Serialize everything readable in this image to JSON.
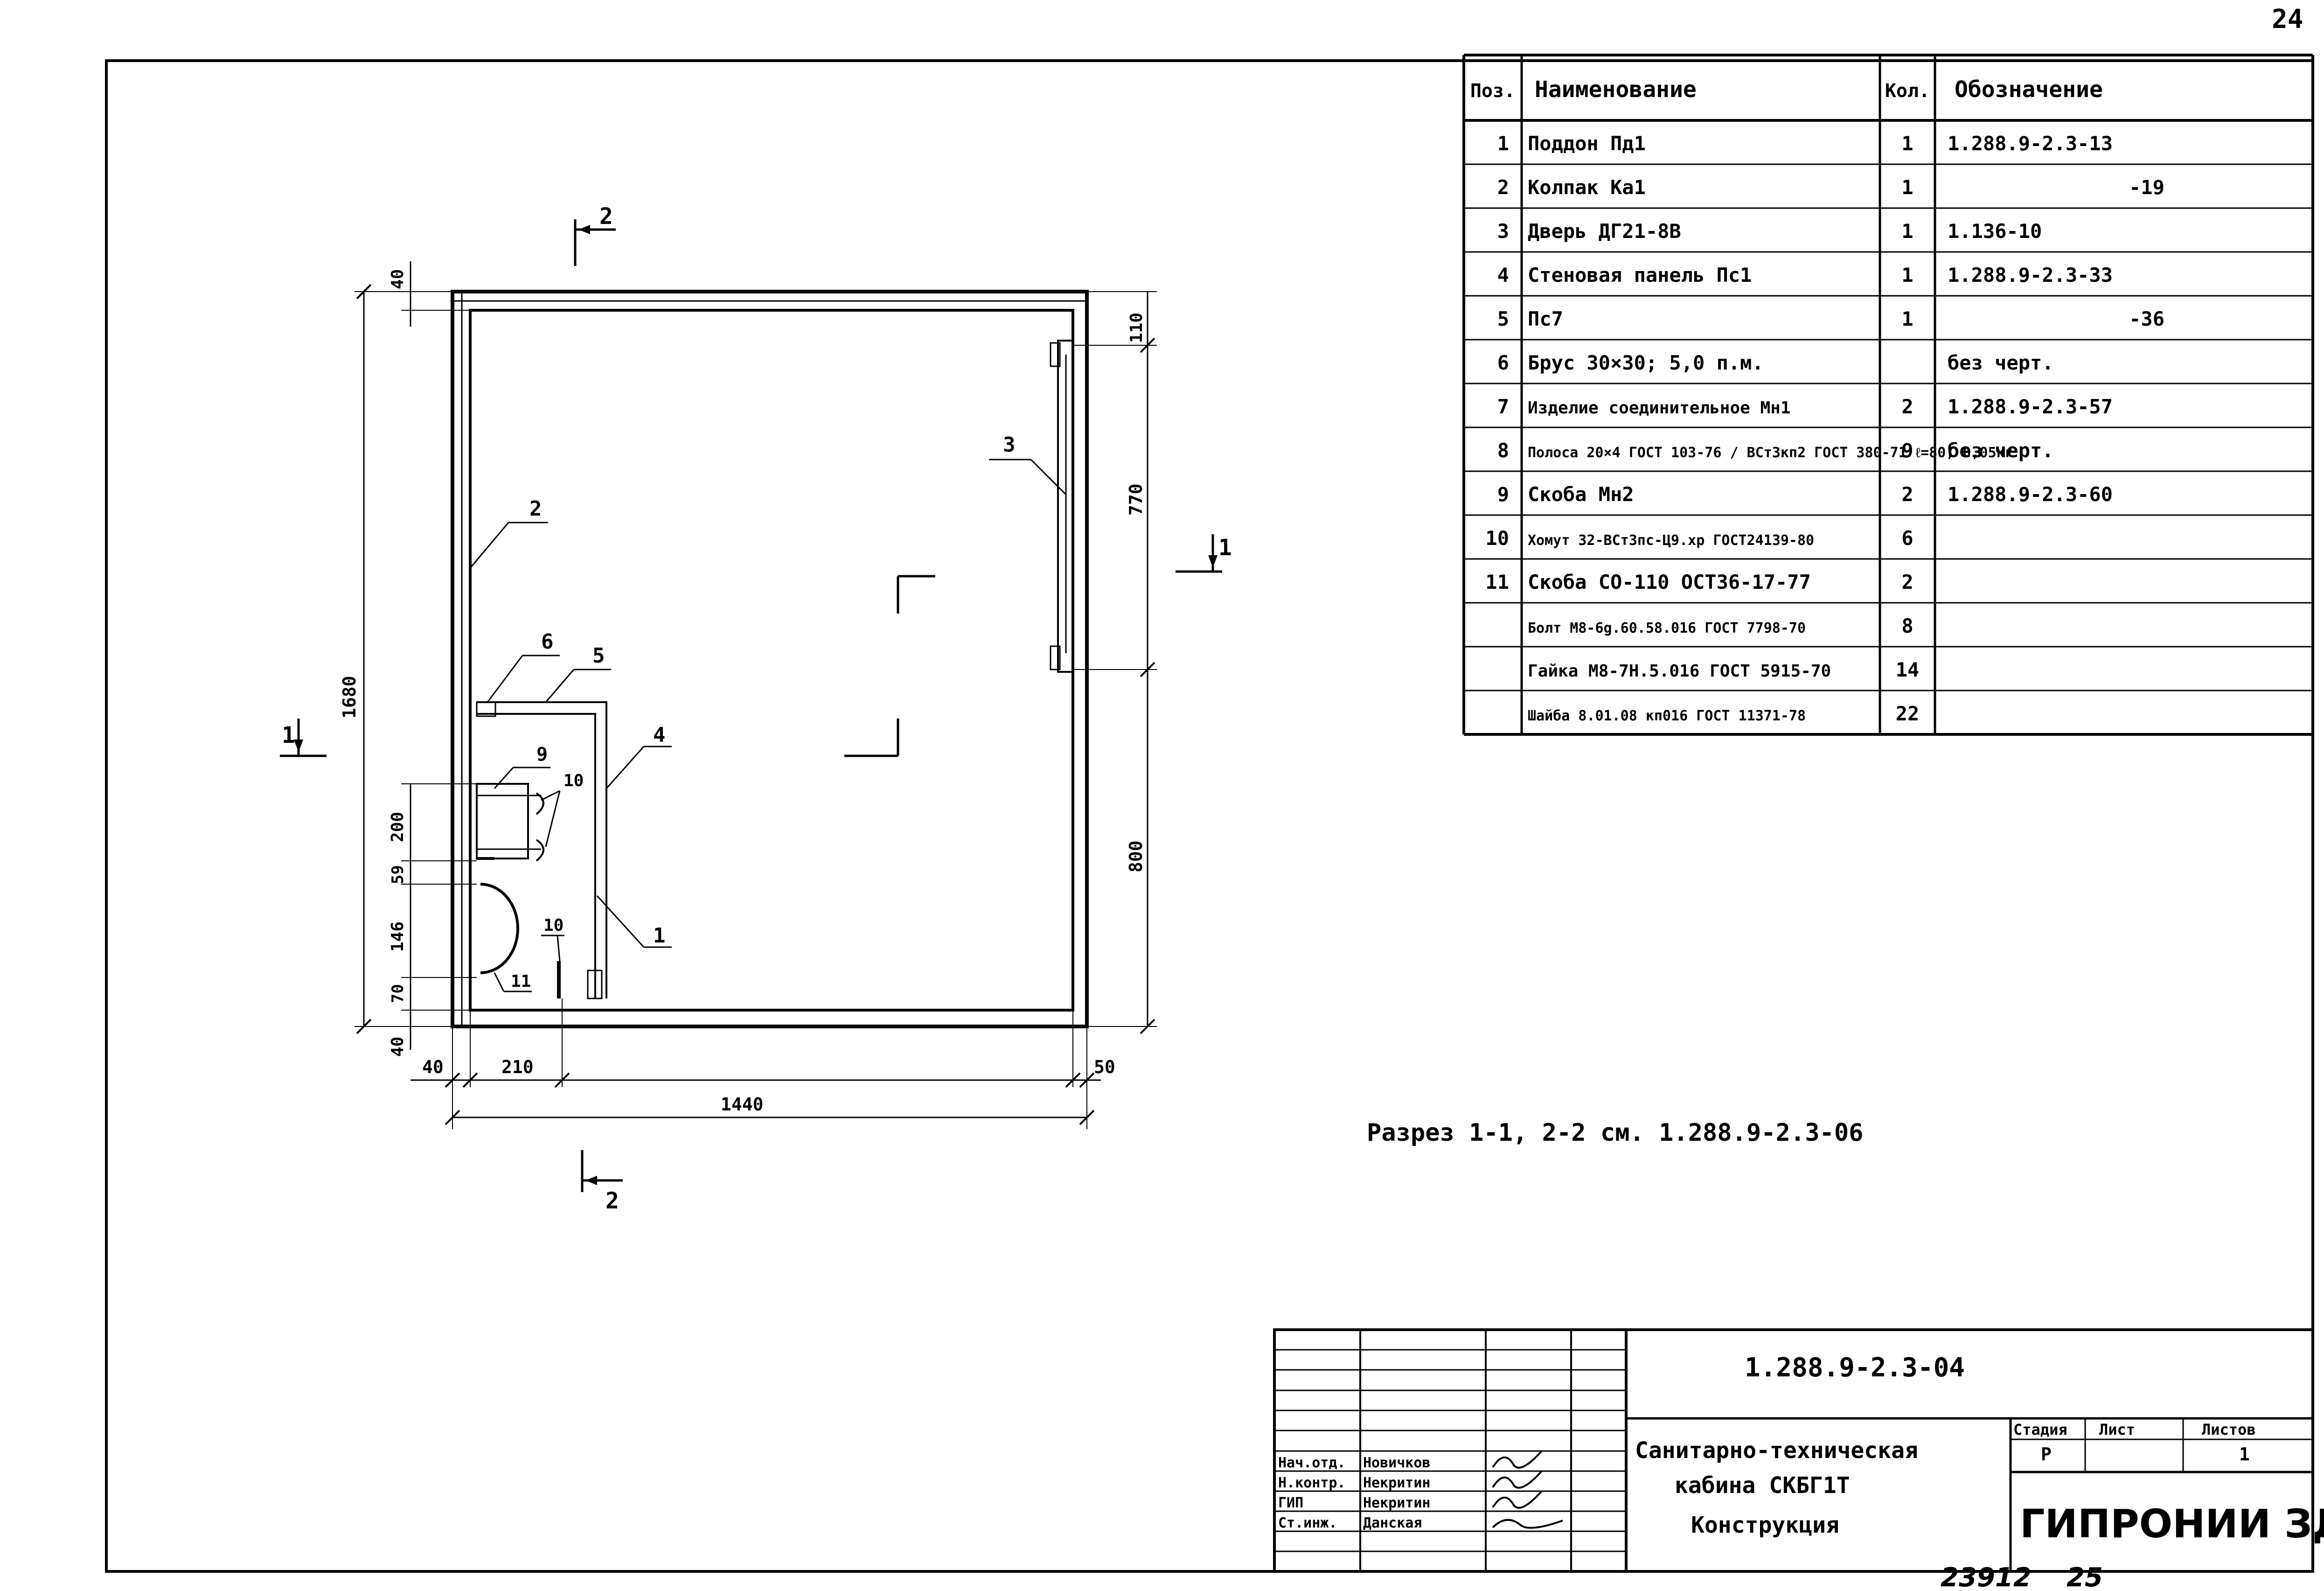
{
  "sheet_number": "24",
  "footer_numbers": {
    "archive": "23912",
    "page": "25"
  },
  "section_note": "Разрез 1-1, 2-2 см. 1.288.9-2.3-06",
  "section_marks": {
    "s1": "1",
    "s2": "2"
  },
  "plan": {
    "dimensions": {
      "total_height": "1680",
      "top_wall": "40",
      "bottom_wall": "40",
      "right_top": "110",
      "right_mid": "770",
      "right_bottom": "800",
      "left_200": "200",
      "left_59": "59",
      "left_146": "146",
      "left_70": "70",
      "bottom_left": "40",
      "bottom_210": "210",
      "bottom_right": "50",
      "total_width": "1440"
    },
    "callouts": [
      "1",
      "2",
      "3",
      "4",
      "5",
      "6",
      "9",
      "10",
      "10",
      "11"
    ]
  },
  "spec_table": {
    "headers": [
      "Поз.",
      "Наименование",
      "Кол.",
      "Обозначение"
    ],
    "rows": [
      {
        "pos": "1",
        "name": "Поддон Пд1",
        "qty": "1",
        "designation": "1.288.9-2.3-13"
      },
      {
        "pos": "2",
        "name": "Колпак Ка1",
        "qty": "1",
        "designation": "-19"
      },
      {
        "pos": "3",
        "name": "Дверь ДГ21-8В",
        "qty": "1",
        "designation": "1.136-10"
      },
      {
        "pos": "4",
        "name": "Стеновая панель Пс1",
        "qty": "1",
        "designation": "1.288.9-2.3-33"
      },
      {
        "pos": "5",
        "name": "Пс7",
        "qty": "1",
        "designation": "-36"
      },
      {
        "pos": "6",
        "name": "Брус 30×30; 5,0 п.м.",
        "qty": "",
        "designation": "без черт."
      },
      {
        "pos": "7",
        "name": "Изделие соединительное Мн1",
        "qty": "2",
        "designation": "1.288.9-2.3-57"
      },
      {
        "pos": "8",
        "name": "Полоса 20×4 ГОСТ 103-76 / ВСт3кп2 ГОСТ 380-71 ℓ=80; 0,05кг",
        "qty": "9",
        "designation": "без черт."
      },
      {
        "pos": "9",
        "name": "Скоба Мн2",
        "qty": "2",
        "designation": "1.288.9-2.3-60"
      },
      {
        "pos": "10",
        "name": "Хомут 32-ВСт3пс-Ц9.хр ГОСТ24139-80",
        "qty": "6",
        "designation": ""
      },
      {
        "pos": "11",
        "name": "Скоба СО-110 ОСТ36-17-77",
        "qty": "2",
        "designation": ""
      },
      {
        "pos": "",
        "name": "Болт М8-6g.60.58.016 ГОСТ 7798-70",
        "qty": "8",
        "designation": ""
      },
      {
        "pos": "",
        "name": "Гайка М8-7Н.5.016 ГОСТ 5915-70",
        "qty": "14",
        "designation": ""
      },
      {
        "pos": "",
        "name": "Шайба 8.01.08 кп016 ГОСТ 11371-78",
        "qty": "22",
        "designation": ""
      }
    ]
  },
  "title_block": {
    "doc_code": "1.288.9-2.3-04",
    "title_lines": [
      "Санитарно-техническая",
      "кабина СКБГ1Т",
      "Конструкция"
    ],
    "stage_label": "Стадия",
    "sheet_label": "Лист",
    "sheets_label": "Листов",
    "stage": "Р",
    "sheet": "",
    "sheets": "1",
    "organization": "ГИПРОНИИ ЗДРАВ",
    "signatures": [
      {
        "role": "Нач.отд.",
        "name": "Новичков"
      },
      {
        "role": "Н.контр.",
        "name": "Некритин"
      },
      {
        "role": "ГИП",
        "name": "Некритин"
      },
      {
        "role": "Ст.инж.",
        "name": "Данская"
      }
    ]
  }
}
